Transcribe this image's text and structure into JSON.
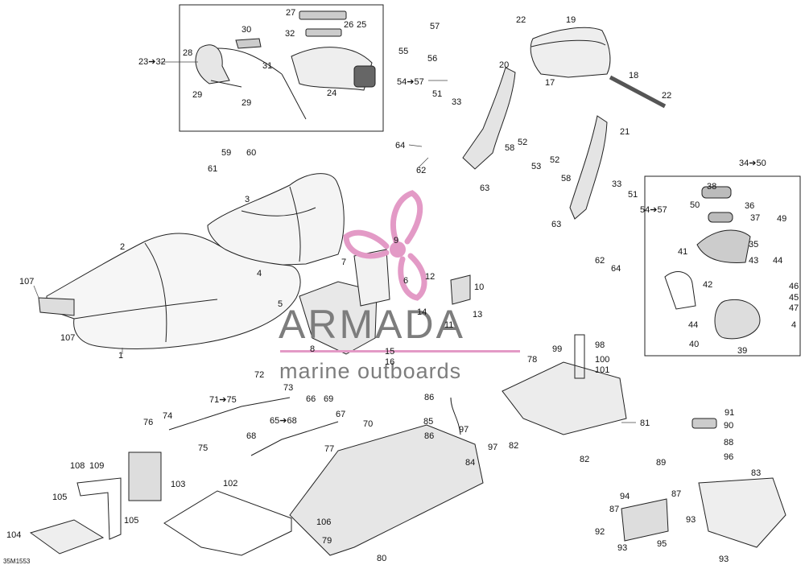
{
  "diagram_code": "35M1553",
  "watermark": {
    "title": "ARMADA",
    "subtitle": "marine outboards",
    "color": "#7d7d7d",
    "accent": "#e39ac6",
    "logo_icon": "propeller-logo-icon"
  },
  "callouts": [
    {
      "id": "c27",
      "text": "27"
    },
    {
      "id": "c32a",
      "text": "32"
    },
    {
      "id": "c26",
      "text": "26"
    },
    {
      "id": "c25",
      "text": "25"
    },
    {
      "id": "c30",
      "text": "30"
    },
    {
      "id": "c28",
      "text": "28"
    },
    {
      "id": "c23_32",
      "text": "23➔32"
    },
    {
      "id": "c31",
      "text": "31"
    },
    {
      "id": "c24",
      "text": "24"
    },
    {
      "id": "c29a",
      "text": "29"
    },
    {
      "id": "c29b",
      "text": "29"
    },
    {
      "id": "c57",
      "text": "57"
    },
    {
      "id": "c55",
      "text": "55"
    },
    {
      "id": "c56",
      "text": "56"
    },
    {
      "id": "c54_57a",
      "text": "54➔57"
    },
    {
      "id": "c51a",
      "text": "51"
    },
    {
      "id": "c33a",
      "text": "33"
    },
    {
      "id": "c20",
      "text": "20"
    },
    {
      "id": "c22a",
      "text": "22"
    },
    {
      "id": "c19",
      "text": "19"
    },
    {
      "id": "c17",
      "text": "17"
    },
    {
      "id": "c18",
      "text": "18"
    },
    {
      "id": "c22b",
      "text": "22"
    },
    {
      "id": "c21",
      "text": "21"
    },
    {
      "id": "c64a",
      "text": "64"
    },
    {
      "id": "c62a",
      "text": "62"
    },
    {
      "id": "c58a",
      "text": "58"
    },
    {
      "id": "c52a",
      "text": "52"
    },
    {
      "id": "c53",
      "text": "53"
    },
    {
      "id": "c63a",
      "text": "63"
    },
    {
      "id": "c52b",
      "text": "52"
    },
    {
      "id": "c58b",
      "text": "58"
    },
    {
      "id": "c33b",
      "text": "33"
    },
    {
      "id": "c51b",
      "text": "51"
    },
    {
      "id": "c54_57b",
      "text": "54➔57"
    },
    {
      "id": "c63b",
      "text": "63"
    },
    {
      "id": "c62b",
      "text": "62"
    },
    {
      "id": "c64b",
      "text": "64"
    },
    {
      "id": "c34_50",
      "text": "34➔50"
    },
    {
      "id": "c38",
      "text": "38"
    },
    {
      "id": "c36",
      "text": "36"
    },
    {
      "id": "c37",
      "text": "37"
    },
    {
      "id": "c50",
      "text": "50"
    },
    {
      "id": "c49",
      "text": "49"
    },
    {
      "id": "c35",
      "text": "35"
    },
    {
      "id": "c41",
      "text": "41"
    },
    {
      "id": "c43",
      "text": "43"
    },
    {
      "id": "c44a",
      "text": "44"
    },
    {
      "id": "c42",
      "text": "42"
    },
    {
      "id": "c46",
      "text": "46"
    },
    {
      "id": "c45",
      "text": "45"
    },
    {
      "id": "c47",
      "text": "47"
    },
    {
      "id": "c44b",
      "text": "44"
    },
    {
      "id": "c4b",
      "text": "4"
    },
    {
      "id": "c40",
      "text": "40"
    },
    {
      "id": "c39",
      "text": "39"
    },
    {
      "id": "c59",
      "text": "59"
    },
    {
      "id": "c60",
      "text": "60"
    },
    {
      "id": "c61",
      "text": "61"
    },
    {
      "id": "c3",
      "text": "3"
    },
    {
      "id": "c2",
      "text": "2"
    },
    {
      "id": "c4a",
      "text": "4"
    },
    {
      "id": "c107a",
      "text": "107"
    },
    {
      "id": "c107b",
      "text": "107"
    },
    {
      "id": "c1",
      "text": "1"
    },
    {
      "id": "c9",
      "text": "9"
    },
    {
      "id": "c7",
      "text": "7"
    },
    {
      "id": "c6",
      "text": "6"
    },
    {
      "id": "c5",
      "text": "5"
    },
    {
      "id": "c12",
      "text": "12"
    },
    {
      "id": "c10",
      "text": "10"
    },
    {
      "id": "c14",
      "text": "14"
    },
    {
      "id": "c13",
      "text": "13"
    },
    {
      "id": "c11",
      "text": "11"
    },
    {
      "id": "c8",
      "text": "8"
    },
    {
      "id": "c15",
      "text": "15"
    },
    {
      "id": "c16",
      "text": "16"
    },
    {
      "id": "c99",
      "text": "99"
    },
    {
      "id": "c98",
      "text": "98"
    },
    {
      "id": "c100",
      "text": "100"
    },
    {
      "id": "c101",
      "text": "101"
    },
    {
      "id": "c78",
      "text": "78"
    },
    {
      "id": "c81",
      "text": "81"
    },
    {
      "id": "c82a",
      "text": "82"
    },
    {
      "id": "c82b",
      "text": "82"
    },
    {
      "id": "c72",
      "text": "72"
    },
    {
      "id": "c73",
      "text": "73"
    },
    {
      "id": "c71_75",
      "text": "71➔75"
    },
    {
      "id": "c66",
      "text": "66"
    },
    {
      "id": "c69",
      "text": "69"
    },
    {
      "id": "c74",
      "text": "74"
    },
    {
      "id": "c76",
      "text": "76"
    },
    {
      "id": "c65_68",
      "text": "65➔68"
    },
    {
      "id": "c67",
      "text": "67"
    },
    {
      "id": "c70",
      "text": "70"
    },
    {
      "id": "c75",
      "text": "75"
    },
    {
      "id": "c68",
      "text": "68"
    },
    {
      "id": "c86a",
      "text": "86"
    },
    {
      "id": "c85",
      "text": "85"
    },
    {
      "id": "c97a",
      "text": "97"
    },
    {
      "id": "c86b",
      "text": "86"
    },
    {
      "id": "c97b",
      "text": "97"
    },
    {
      "id": "c84",
      "text": "84"
    },
    {
      "id": "c77",
      "text": "77"
    },
    {
      "id": "c91",
      "text": "91"
    },
    {
      "id": "c90",
      "text": "90"
    },
    {
      "id": "c88",
      "text": "88"
    },
    {
      "id": "c89",
      "text": "89"
    },
    {
      "id": "c96",
      "text": "96"
    },
    {
      "id": "c83",
      "text": "83"
    },
    {
      "id": "c94",
      "text": "94"
    },
    {
      "id": "c87a",
      "text": "87"
    },
    {
      "id": "c87b",
      "text": "87"
    },
    {
      "id": "c93a",
      "text": "93"
    },
    {
      "id": "c92",
      "text": "92"
    },
    {
      "id": "c93b",
      "text": "93"
    },
    {
      "id": "c95",
      "text": "95"
    },
    {
      "id": "c93c",
      "text": "93"
    },
    {
      "id": "c108",
      "text": "108"
    },
    {
      "id": "c109",
      "text": "109"
    },
    {
      "id": "c103",
      "text": "103"
    },
    {
      "id": "c105a",
      "text": "105"
    },
    {
      "id": "c105b",
      "text": "105"
    },
    {
      "id": "c104",
      "text": "104"
    },
    {
      "id": "c102",
      "text": "102"
    },
    {
      "id": "c106",
      "text": "106"
    },
    {
      "id": "c79",
      "text": "79"
    },
    {
      "id": "c80",
      "text": "80"
    }
  ]
}
